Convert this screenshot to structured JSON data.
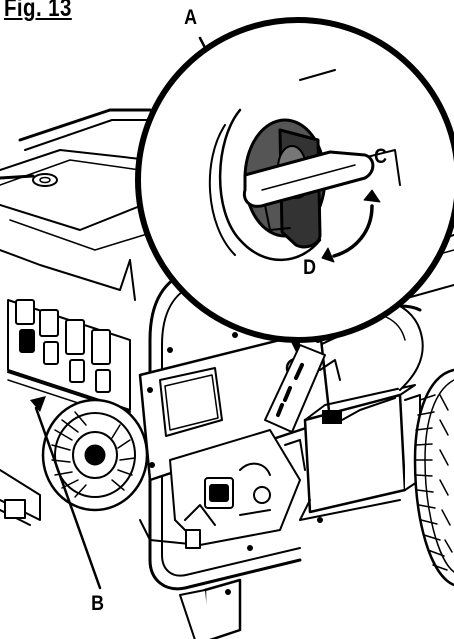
{
  "figure": {
    "title": "Fig. 13",
    "callouts": {
      "a": "A",
      "b": "B",
      "c": "C",
      "d": "D"
    }
  }
}
